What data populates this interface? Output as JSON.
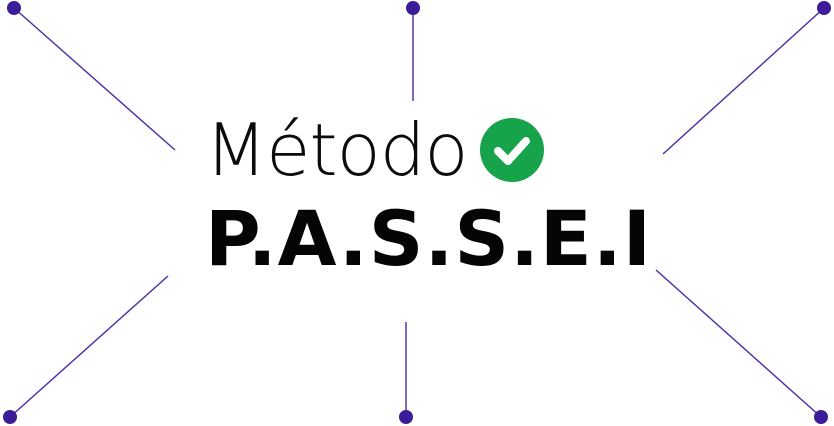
{
  "logo": {
    "title": "Método",
    "subtitle": "P.A.S.S.E.I",
    "check_icon": "check-circle-icon",
    "check_color": "#16a34a"
  },
  "connectors": {
    "line_color": "#4b2aa8",
    "dot_color": "#3b1c99",
    "count": 6
  }
}
